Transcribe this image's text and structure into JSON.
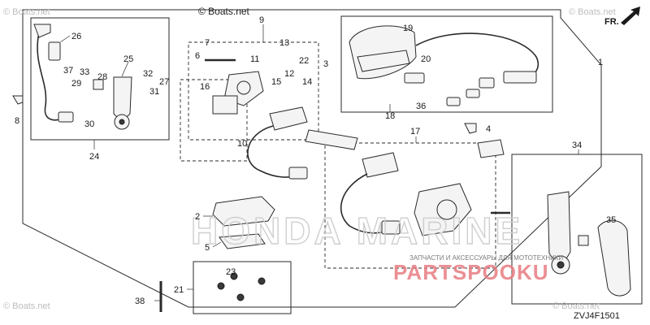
{
  "watermark": {
    "site": "© Boats.net",
    "site_small": "© Boats.net",
    "brand_logo": "HONDA MARINE",
    "dealer_logo": "PARTSPOOKU",
    "dealer_tagline": "ЗАПЧАСТИ И АКСЕССУАРЫ ДЛЯ МОТОТЕХНИКИ"
  },
  "diagram": {
    "code": "ZVJ4F1501",
    "direction_label": "FR."
  },
  "callouts": {
    "n1": "1",
    "n2": "2",
    "n3": "3",
    "n4": "4",
    "n5": "5",
    "n6": "6",
    "n7": "7",
    "n8": "8",
    "n9": "9",
    "n10": "10",
    "n11": "11",
    "n12": "12",
    "n13": "13",
    "n14": "14",
    "n15": "15",
    "n16": "16",
    "n17": "17",
    "n18": "18",
    "n19": "19",
    "n20": "20",
    "n21": "21",
    "n22": "22",
    "n23": "23",
    "n24": "24",
    "n25": "25",
    "n26": "26",
    "n27": "27",
    "n28": "28",
    "n29": "29",
    "n30": "30",
    "n31": "31",
    "n32": "32",
    "n33": "33",
    "n34": "34",
    "n35": "35",
    "n36": "36",
    "n37": "37",
    "n38": "38"
  }
}
